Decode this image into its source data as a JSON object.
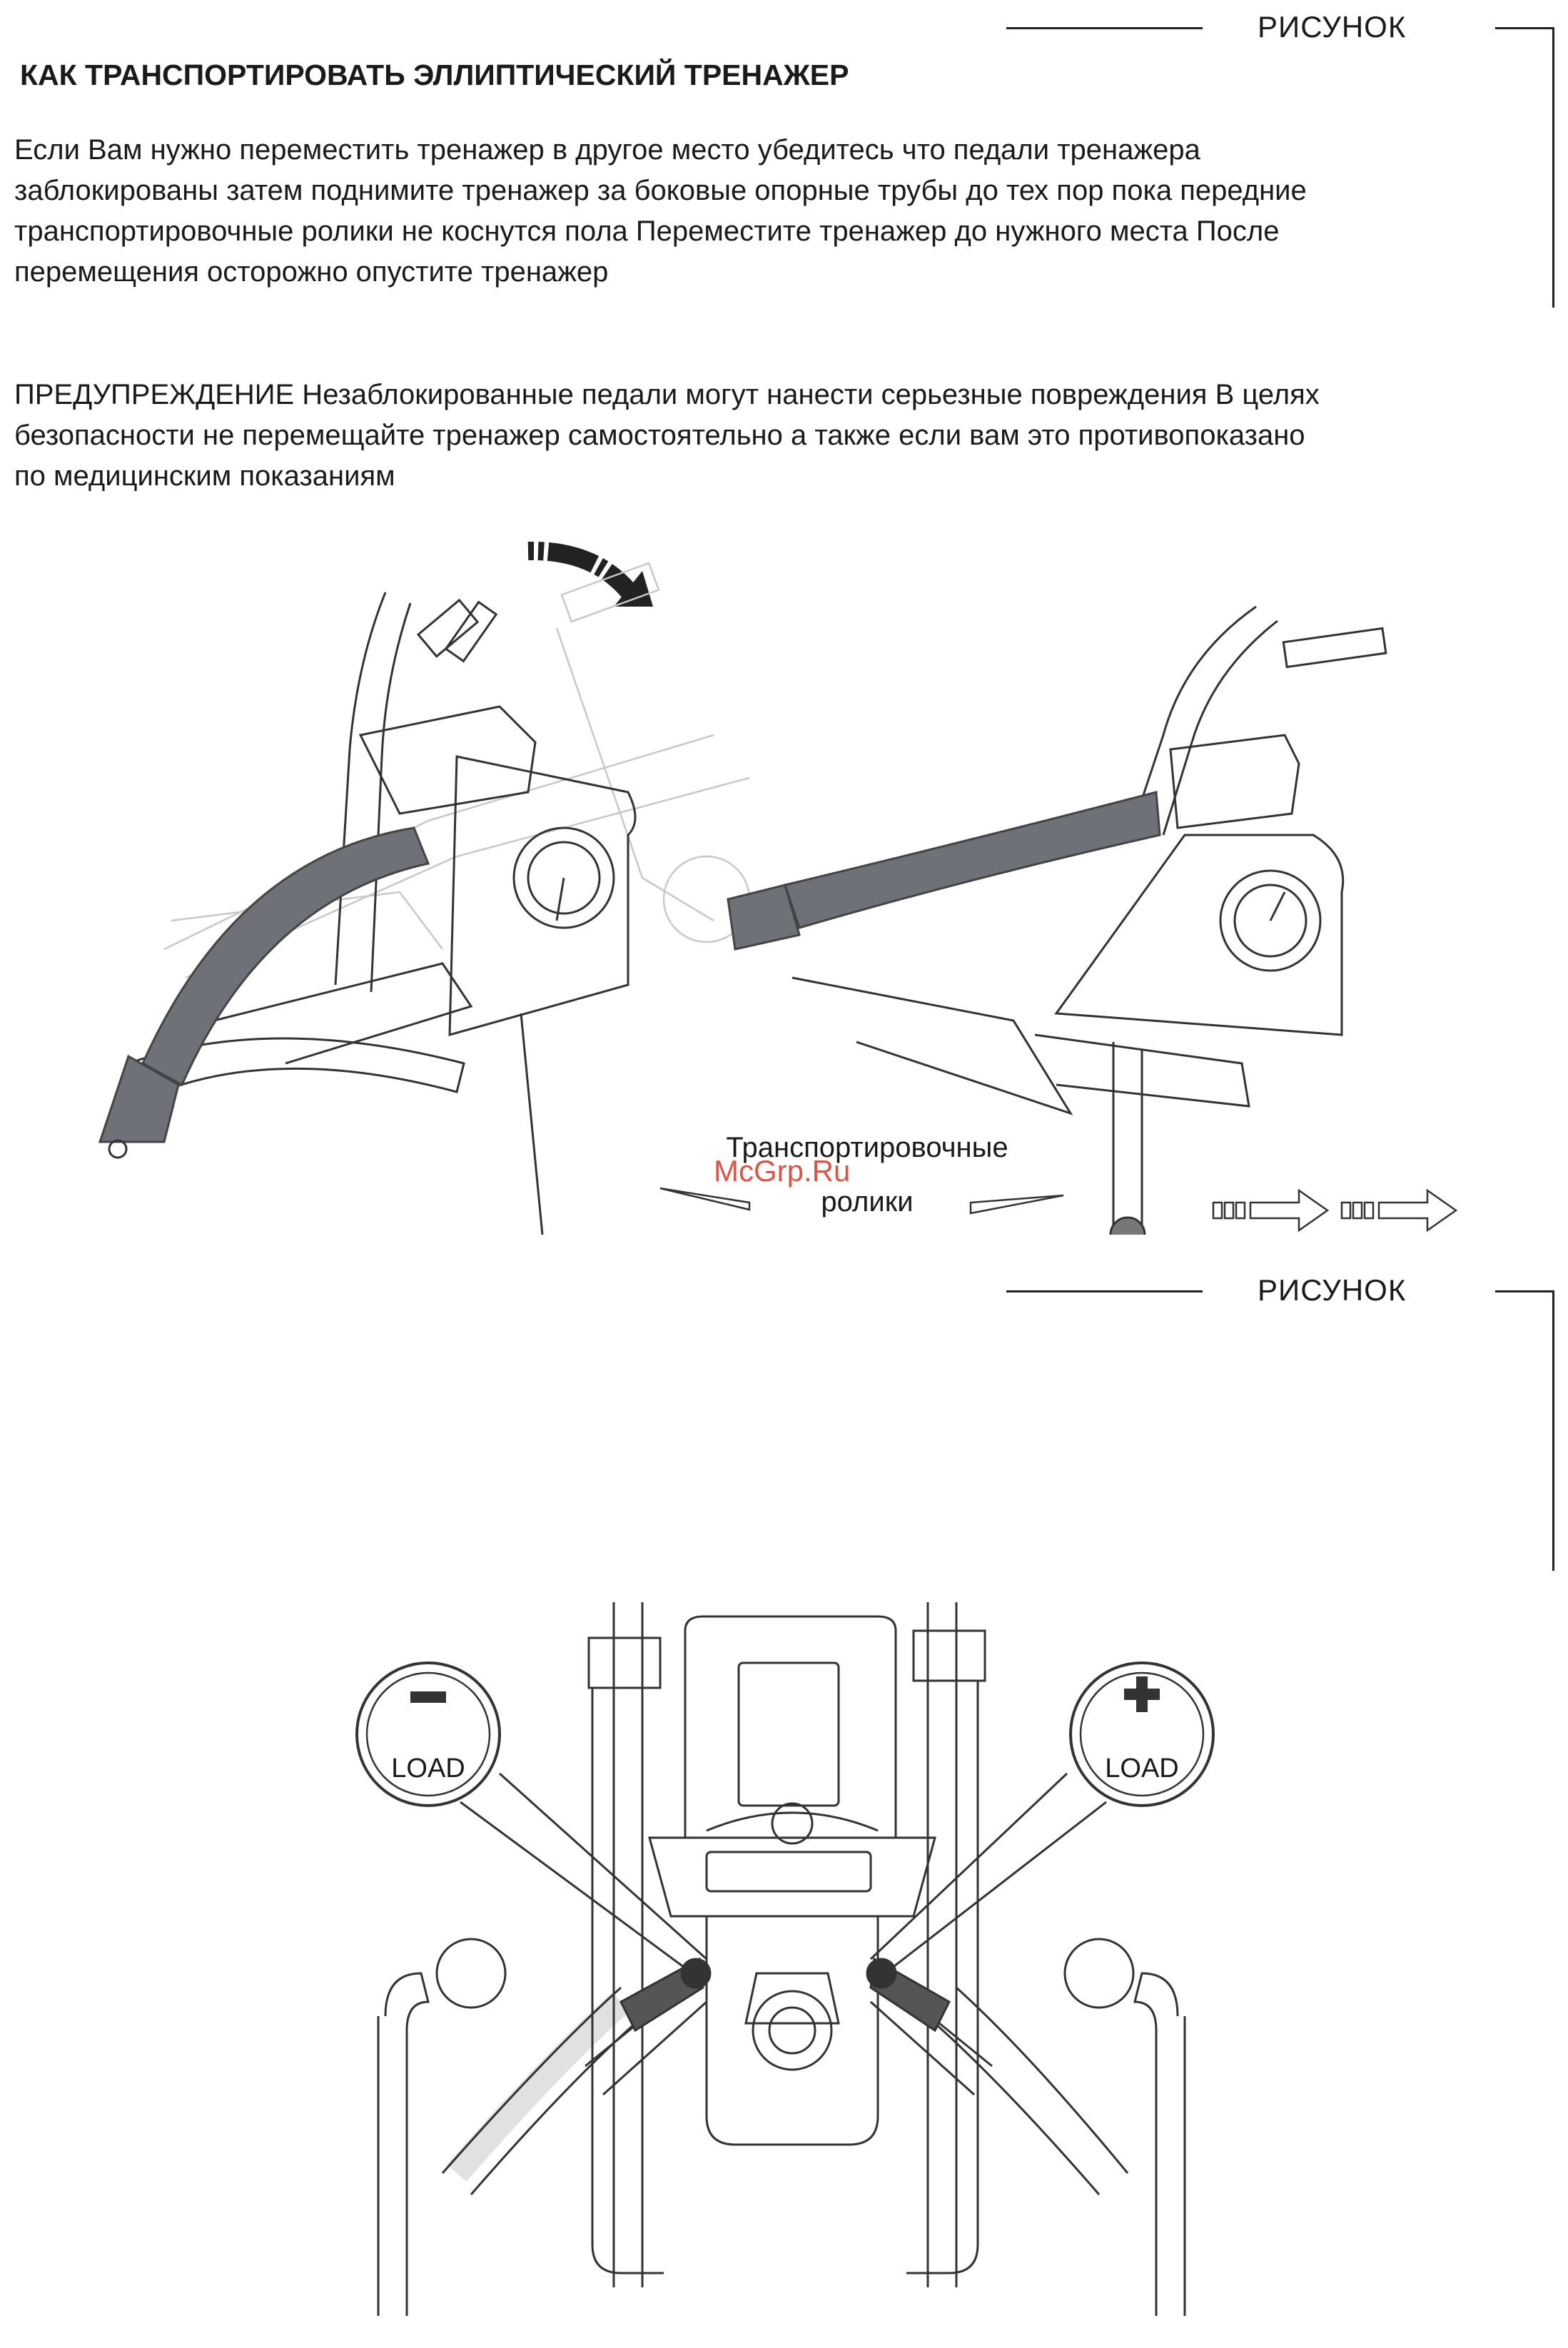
{
  "header": {
    "figure_label": "РИСУНОК"
  },
  "section": {
    "title": "КАК ТРАНСПОРТИРОВАТЬ ЭЛЛИПТИЧЕСКИЙ ТРЕНАЖЕР",
    "body_lines": [
      "Если Вам нужно переместить тренажер в другое место  убедитесь  что педали тренажера",
      "заблокированы  затем поднимите тренажер за боковые опорные трубы до тех пор  пока передние",
      "транспортировочные ролики не коснутся пола  Переместите тренажер до нужного места  После",
      "перемещения  осторожно опустите тренажер"
    ],
    "warning_lines": [
      "ПРЕДУПРЕЖДЕНИЕ  Незаблокированные педали могут нанести серьезные повреждения  В целях",
      "безопасности не  перемещайте тренажер самостоятельно  а также  если вам это противопоказано",
      "по медицинским показаниям"
    ]
  },
  "figure1": {
    "callout_line1": "Транспортировочные",
    "callout_line2": "ролики",
    "watermark": "McGrp.Ru"
  },
  "figure2": {
    "figure_label": "РИСУНОК",
    "minus_label": "LOAD",
    "plus_label": "LOAD"
  }
}
